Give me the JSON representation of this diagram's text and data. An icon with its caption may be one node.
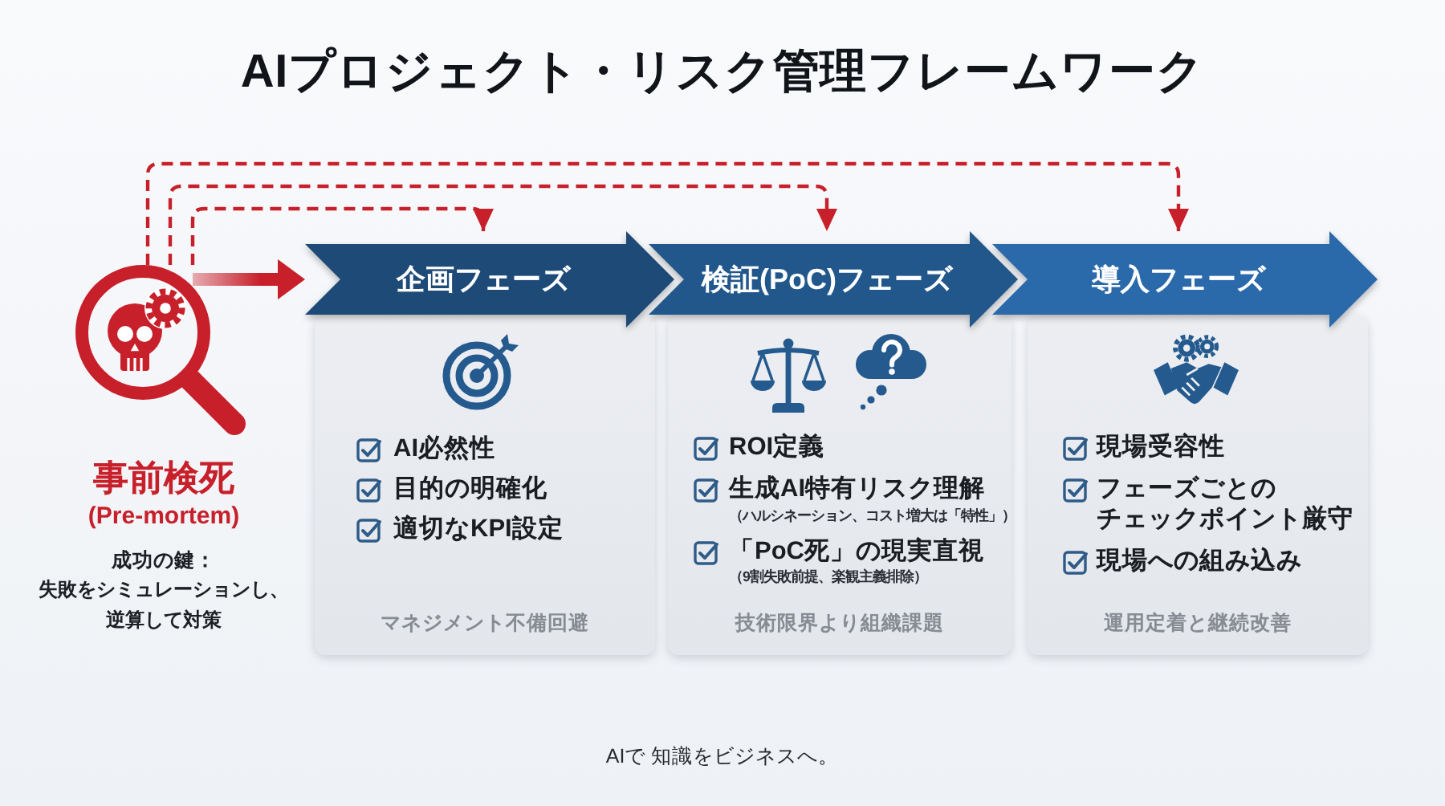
{
  "diagram": {
    "title": "AIプロジェクト・リスク管理フレームワーク",
    "nodes": [
      {
        "text": [],
        "shape": "picture",
        "beside": [
          "事前検死",
          "(Pre-mortem)",
          "成功の鍵：",
          "失敗をシミュレーションし、逆算して対策"
        ]
      },
      {
        "text": [
          "企画フェーズ"
        ]
      },
      {
        "text": [
          "AI必然性",
          "目的の明確化",
          "適切なKPI設定",
          "マネジメント不備回避"
        ]
      },
      {
        "text": [
          "検証(PoC)フェーズ"
        ]
      },
      {
        "text": [
          "ROI定義",
          "生成AI特有リスク理解",
          "（ハルシネーション、コスト増大は「特性」）",
          "「PoC死」の現実直視",
          "（9割失敗前提、楽観主義排除）",
          "技術限界より組織課題"
        ]
      },
      {
        "text": [
          "導入フェーズ"
        ]
      },
      {
        "text": [
          "現場受容性",
          "フェーズごとのチェックポイント厳守",
          "現場への組み込み",
          "運用定着と継続改善"
        ]
      }
    ],
    "edges": [
      {
        "from": 0,
        "to": 1,
        "arrow": "to",
        "style": "thick"
      },
      {
        "from": 0,
        "to": 1,
        "arrow": "to",
        "style": "dashed"
      },
      {
        "from": 0,
        "to": 3,
        "arrow": "to",
        "style": "dashed"
      },
      {
        "from": 0,
        "to": 5,
        "arrow": "to",
        "style": "dashed"
      }
    ],
    "labels": [
      "AIで 知識をビジネスへ。"
    ]
  }
}
